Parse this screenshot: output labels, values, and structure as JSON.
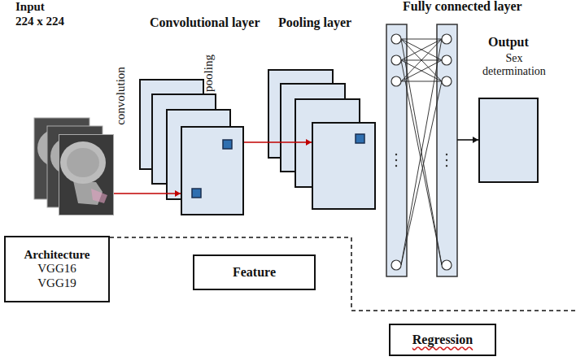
{
  "diagram": {
    "nodes": [
      {
        "text": [
          "Input",
          "224 x 224"
        ]
      },
      {
        "text": [
          "Convolutional layer"
        ]
      },
      {
        "text": [
          "Pooling layer"
        ]
      },
      {
        "text": [
          "Fully connected layer"
        ]
      },
      {
        "text": [
          "Output",
          "Sex determination"
        ]
      },
      {
        "text": [
          "Architecture",
          "VGG16 VGG19"
        ]
      },
      {
        "text": [
          "Feature"
        ]
      },
      {
        "text": [
          "Regression"
        ]
      }
    ],
    "edges": [
      {
        "from": 0,
        "to": 1,
        "arrow": "to"
      },
      {
        "from": 1,
        "to": 2,
        "arrow": "to"
      },
      {
        "from": 3,
        "to": 4,
        "arrow": "to"
      }
    ],
    "labels": [
      "convolution",
      "pooling"
    ]
  }
}
